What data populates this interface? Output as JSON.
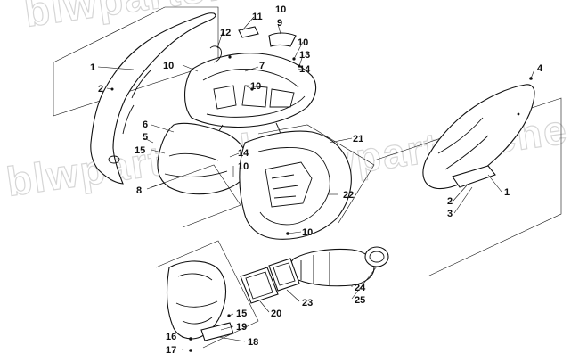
{
  "watermark": "blwpartsfiche",
  "callouts": [
    {
      "id": "c1a",
      "label": "1"
    },
    {
      "id": "c2a",
      "label": "2"
    },
    {
      "id": "c11",
      "label": "11"
    },
    {
      "id": "c10a",
      "label": "10"
    },
    {
      "id": "c9",
      "label": "9"
    },
    {
      "id": "c12",
      "label": "12"
    },
    {
      "id": "c10b",
      "label": "10"
    },
    {
      "id": "c13",
      "label": "13"
    },
    {
      "id": "c10c",
      "label": "10"
    },
    {
      "id": "c7",
      "label": "7"
    },
    {
      "id": "c14a",
      "label": "14"
    },
    {
      "id": "c10d",
      "label": "10"
    },
    {
      "id": "c4",
      "label": "4"
    },
    {
      "id": "c6",
      "label": "6"
    },
    {
      "id": "c5",
      "label": "5"
    },
    {
      "id": "c15a",
      "label": "15"
    },
    {
      "id": "c21",
      "label": "21"
    },
    {
      "id": "c14b",
      "label": "14"
    },
    {
      "id": "c10e",
      "label": "10"
    },
    {
      "id": "c8",
      "label": "8"
    },
    {
      "id": "c22",
      "label": "22"
    },
    {
      "id": "c2b",
      "label": "2"
    },
    {
      "id": "c1b",
      "label": "1"
    },
    {
      "id": "c3",
      "label": "3"
    },
    {
      "id": "c10f",
      "label": "10"
    },
    {
      "id": "c24",
      "label": "24"
    },
    {
      "id": "c25",
      "label": "25"
    },
    {
      "id": "c20",
      "label": "20"
    },
    {
      "id": "c23",
      "label": "23"
    },
    {
      "id": "c15b",
      "label": "15"
    },
    {
      "id": "c19",
      "label": "19"
    },
    {
      "id": "c16",
      "label": "16"
    },
    {
      "id": "c18",
      "label": "18"
    },
    {
      "id": "c17",
      "label": "17"
    }
  ]
}
